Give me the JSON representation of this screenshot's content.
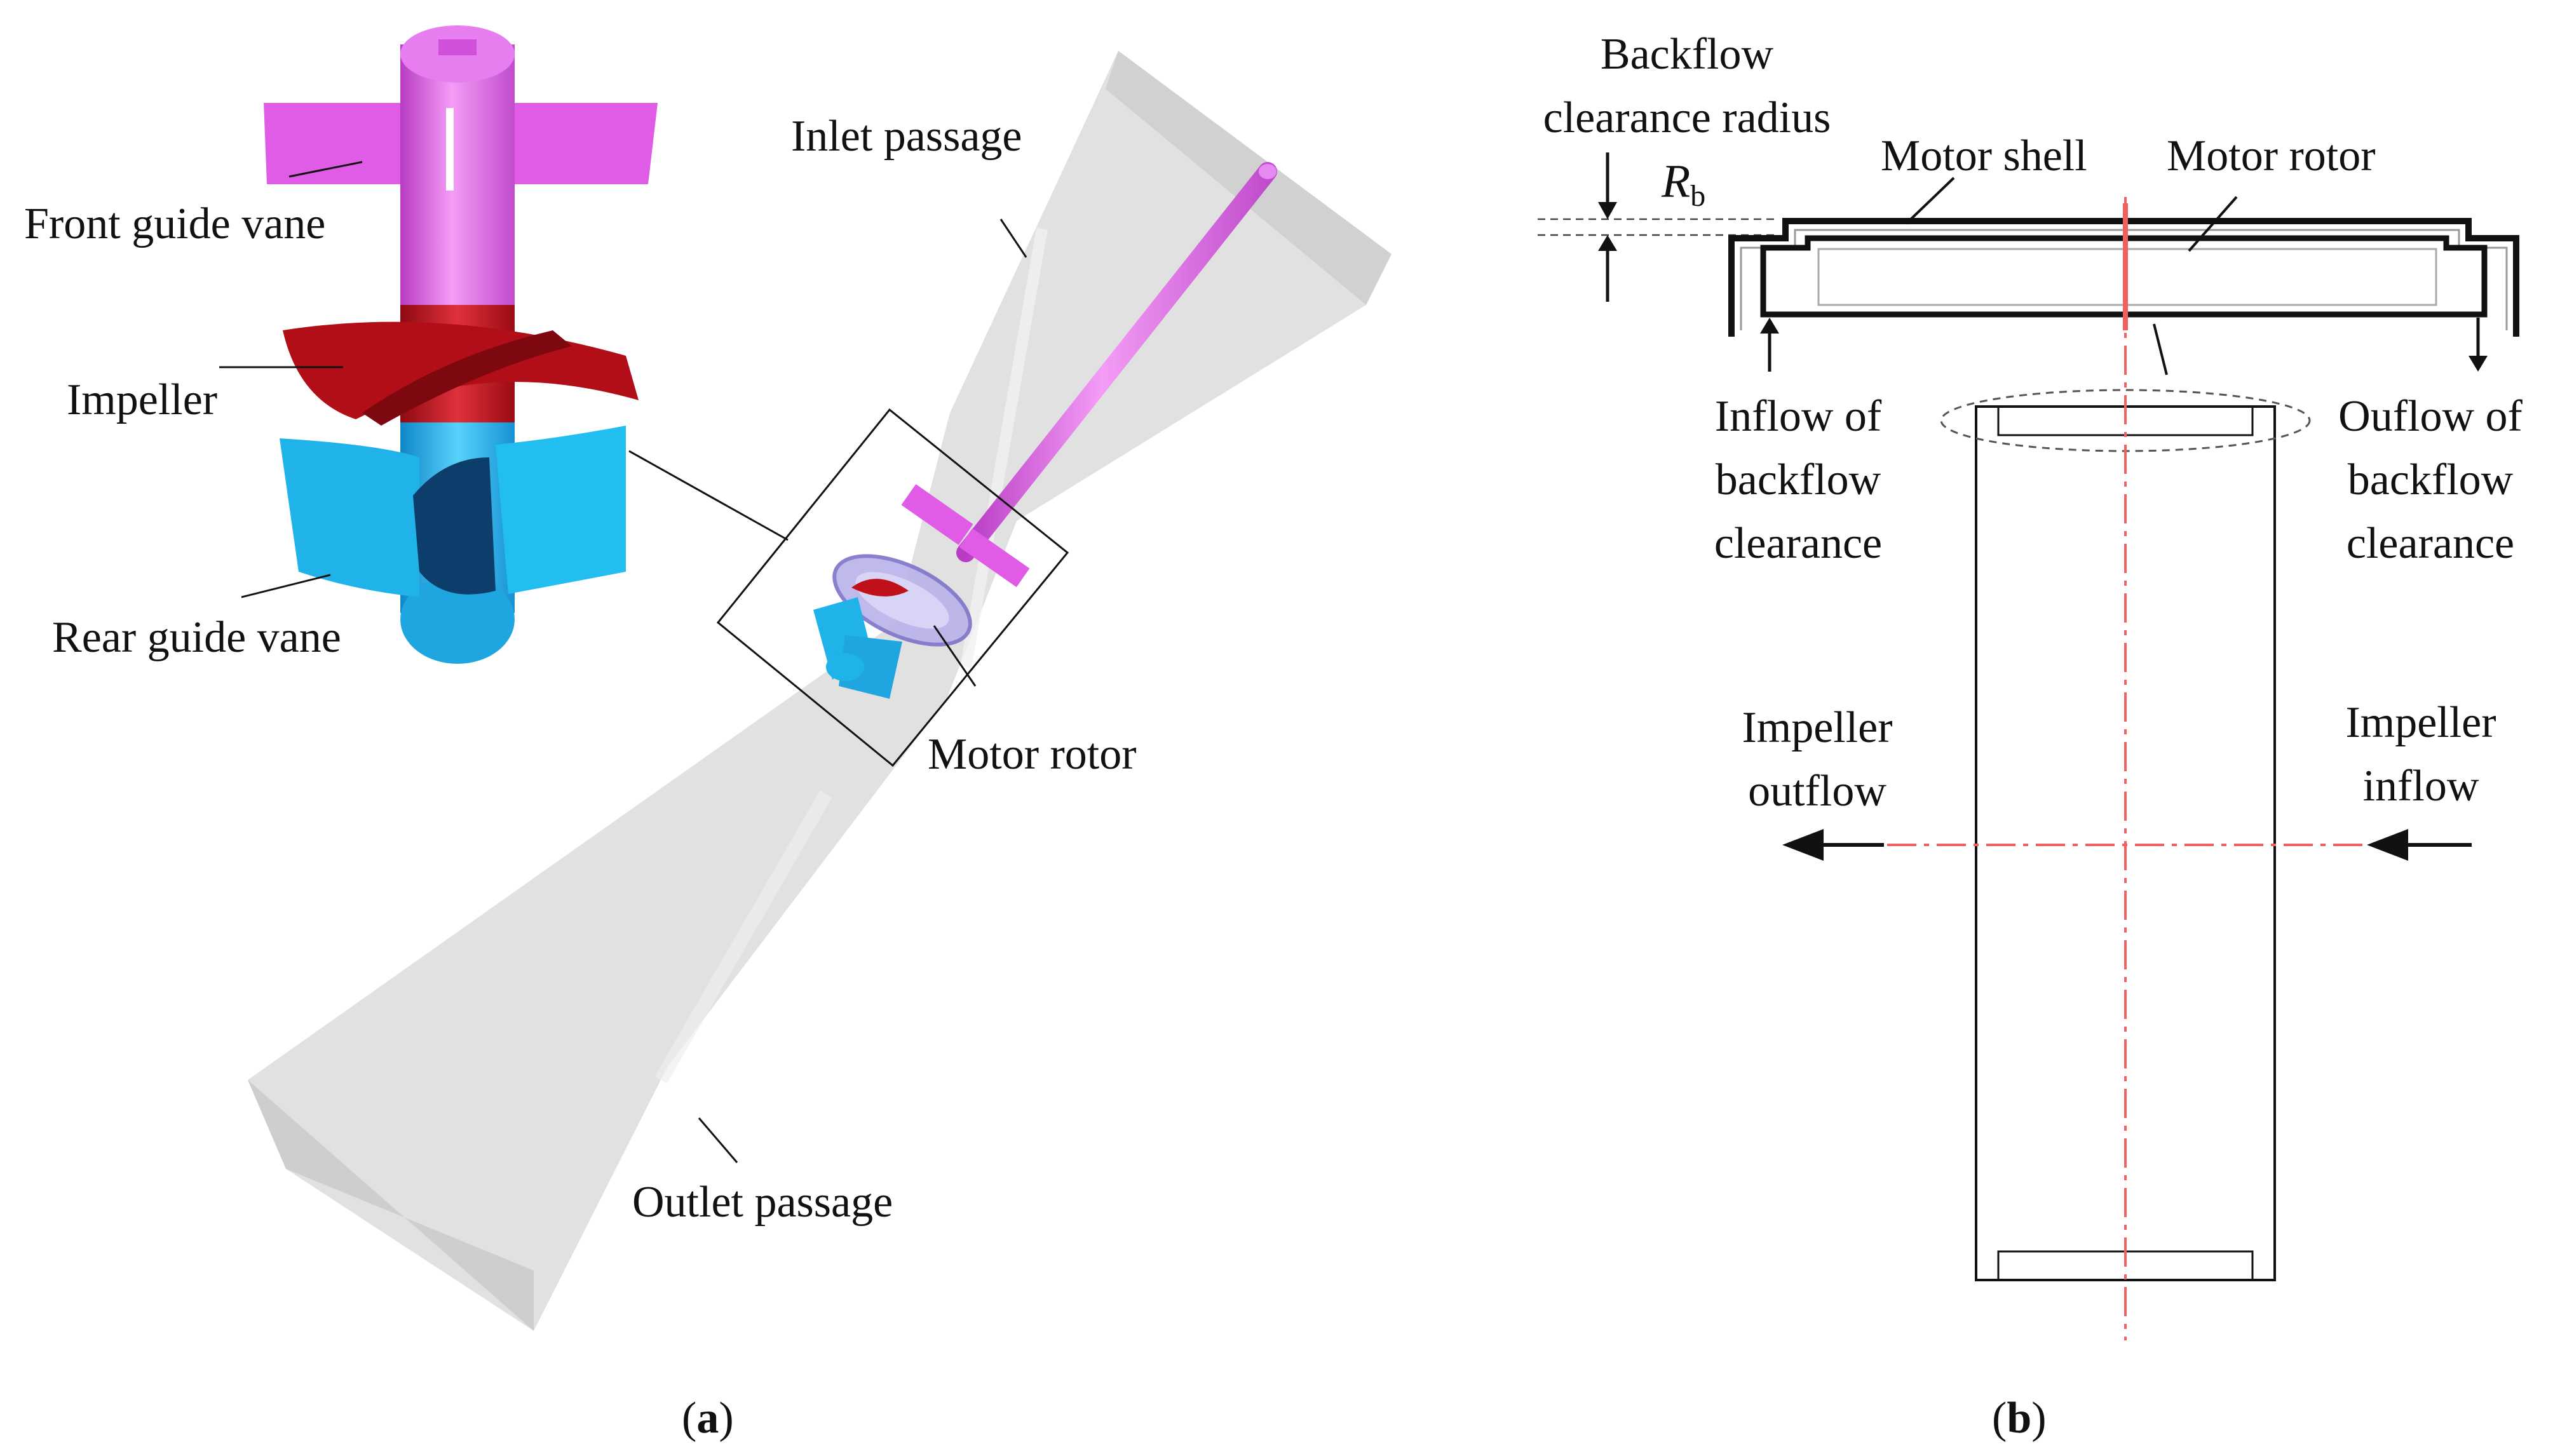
{
  "panel_a": {
    "caption_open": "(",
    "caption_letter": "a",
    "caption_close": ")",
    "labels": {
      "front_guide_vane": "Front guide vane",
      "impeller": "Impeller",
      "rear_guide_vane": "Rear guide vane",
      "inlet_passage": "Inlet passage",
      "motor_rotor": "Motor rotor",
      "outlet_passage": "Outlet passage"
    }
  },
  "panel_b": {
    "caption_open": "(",
    "caption_letter": "b",
    "caption_close": ")",
    "labels": {
      "backflow_radius_line1": "Backflow",
      "backflow_radius_line2": "clearance radius",
      "rb_symbol": "R",
      "rb_subscript": "b",
      "motor_shell": "Motor shell",
      "motor_rotor": "Motor rotor",
      "inflow_line1": "Inflow of",
      "inflow_line2": "backflow",
      "inflow_line3": "clearance",
      "outflow_line1": "Ouflow of",
      "outflow_line2": "backflow",
      "outflow_line3": "clearance",
      "impeller_outflow_line1": "Impeller",
      "impeller_outflow_line2": "outflow",
      "impeller_inflow_line1": "Impeller",
      "impeller_inflow_line2": "inflow"
    }
  },
  "colors": {
    "magenta": "#e05ce6",
    "red": "#c0101a",
    "cyan": "#1fb3ea",
    "gray_passage": "#d9d9d9",
    "centerline": "#f06060",
    "motor_rotor_purple": "#b9b2ea"
  }
}
